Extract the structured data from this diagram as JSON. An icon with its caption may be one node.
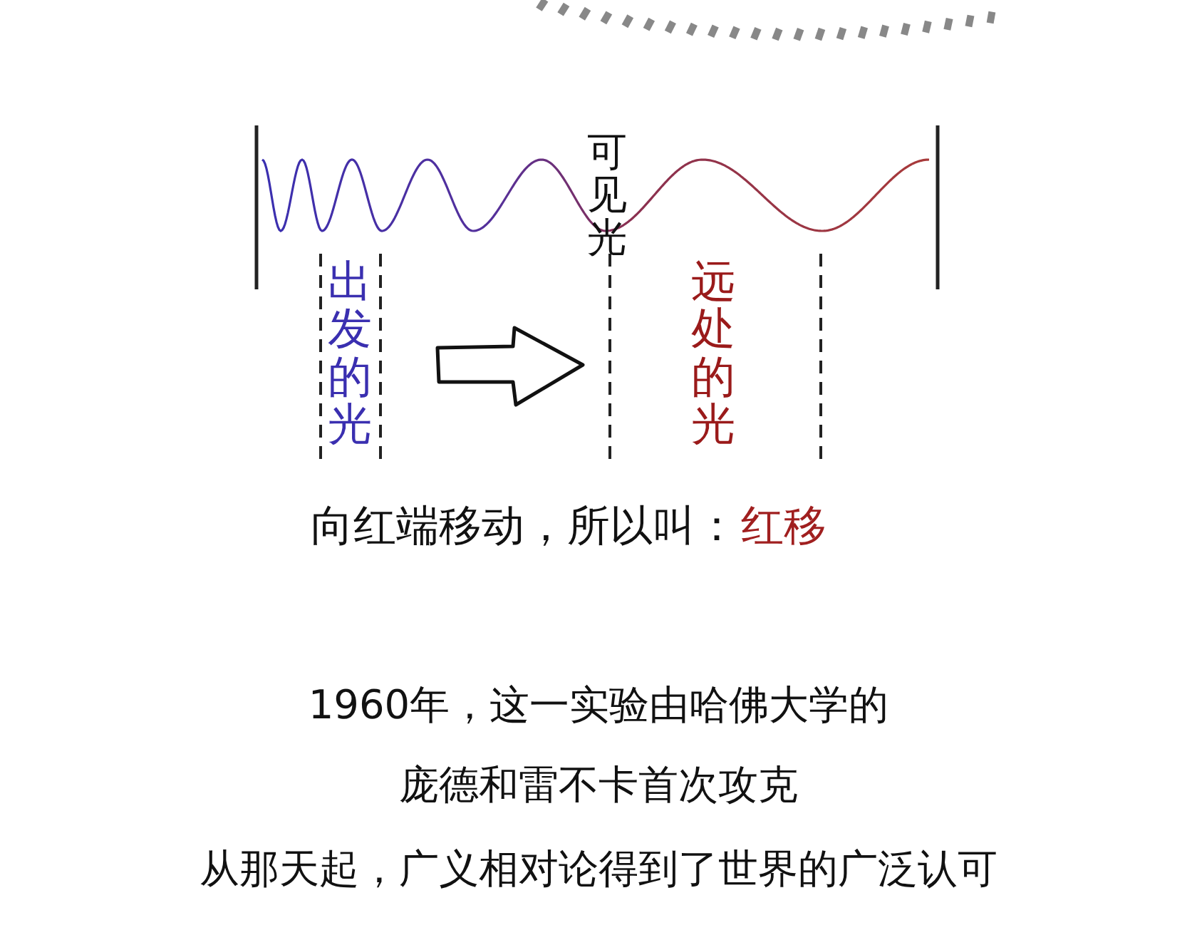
{
  "diagram": {
    "labels": [
      "可见光",
      "出发的光",
      "远处的光",
      "向红端移动，所以叫：",
      "红移",
      "1960年，这一实验由哈佛大学的",
      "庞德和雷不卡首次攻克",
      "从那天起，广义相对论得到了世界的广泛认可"
    ]
  }
}
